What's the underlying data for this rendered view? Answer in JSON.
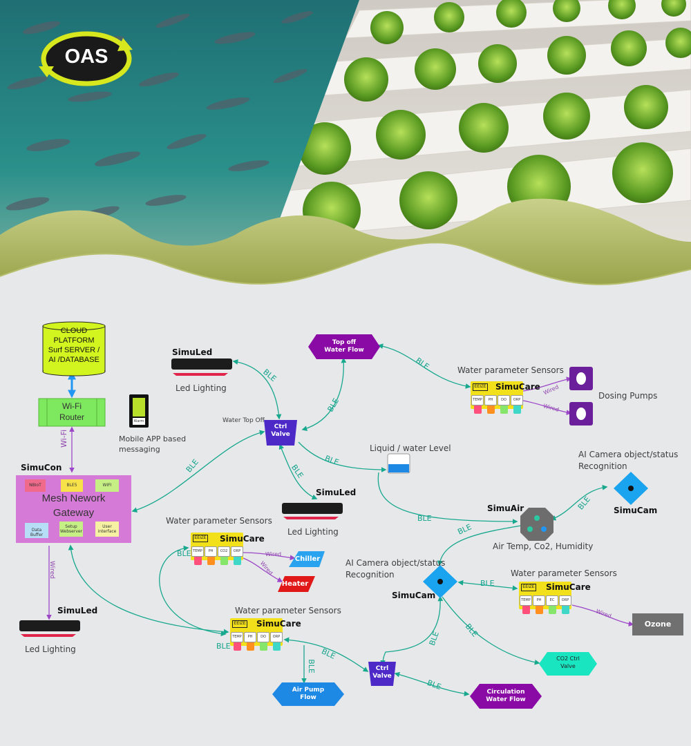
{
  "logo": {
    "text": "OAS"
  },
  "cloud": {
    "line1": "CLOUD",
    "line2": "PLATFORM",
    "line3": "Surf SERVER /",
    "line4": "AI /DATABASE"
  },
  "router": {
    "line1": "Wi-Fi",
    "line2": "Router"
  },
  "wifi_label": "Wi-Fi",
  "mobile": {
    "screen_text": "Alarm",
    "caption1": "Mobile APP based",
    "caption2": "messaging"
  },
  "gateway": {
    "title": "SimuCon",
    "line1": "Mesh Nework",
    "line2": "Gateway",
    "chips": [
      "NBIoT",
      "BLE5",
      "WIFI",
      "Data Buffer",
      "Setup Webserver",
      "User interface"
    ]
  },
  "simuled": [
    {
      "title": "SimuLed",
      "caption": "Led Lighting"
    },
    {
      "title": "SimuLed",
      "caption": "Led Lighting"
    },
    {
      "title": "SimuLed",
      "caption": "Led Lighting"
    }
  ],
  "simucare": [
    {
      "title": "SimuCare",
      "heading": "Water parameter Sensors",
      "screen": "EEIZE",
      "ports": [
        "TEMP",
        "PH",
        "DO",
        "ORP"
      ]
    },
    {
      "title": "SimuCare",
      "heading": "Water parameter Sensors",
      "screen": "EEIZE",
      "ports": [
        "TEMP",
        "PH",
        "CO2",
        "ORP"
      ]
    },
    {
      "title": "SimuCare",
      "heading": "Water parameter Sensors",
      "screen": "EEIZE",
      "ports": [
        "TEMP",
        "PH",
        "DO",
        "ORP"
      ]
    },
    {
      "title": "SimuCare",
      "heading": "Water parameter Sensors",
      "screen": "EEIZE",
      "ports": [
        "TEMP",
        "PH",
        "EC",
        "ORP"
      ]
    }
  ],
  "topoff": {
    "line1": "Top off",
    "line2": "Water Flow"
  },
  "valve1": {
    "line1": "Ctrl",
    "line2": "Valve",
    "caption": "Water Top Off"
  },
  "valve2": {
    "line1": "Ctrl",
    "line2": "Valve"
  },
  "dosing": {
    "caption": "Dosing Pumps"
  },
  "level": {
    "caption": "Liquid / water Level"
  },
  "simuair": {
    "title": "SimuAir",
    "caption": "Air Temp, Co2, Humidity"
  },
  "simucam": [
    {
      "title": "SimuCam",
      "caption1": "AI Camera object/status",
      "caption2": "Recognition"
    },
    {
      "title": "SimuCam",
      "caption1": "AI Camera object/status",
      "caption2": "Recognition"
    }
  ],
  "chiller": {
    "text": "Chiller"
  },
  "heater": {
    "text": "Heater"
  },
  "ozone": {
    "text": "Ozone"
  },
  "co2valve": {
    "line1": "CO2 Ctrl",
    "line2": "Valve"
  },
  "airpump": {
    "line1": "Air Pump",
    "line2": "Flow"
  },
  "circulation": {
    "line1": "Circulation",
    "line2": "Water Flow"
  },
  "conn": {
    "ble": "BLE",
    "wired": "Wired"
  },
  "colors": {
    "ble": "#17a88e",
    "wired": "#9b47c8",
    "router": "#7ee85f",
    "cloud": "#d3f51f",
    "gateway": "#d57ad6",
    "sensor": "#f2e01b",
    "valve": "#4d2ac7",
    "topoff": "#8a0aa5",
    "airpump": "#1e88e5",
    "co2": "#19e6c1",
    "ozone": "#707070",
    "heater": "#e01818",
    "chiller": "#29a3ef"
  }
}
